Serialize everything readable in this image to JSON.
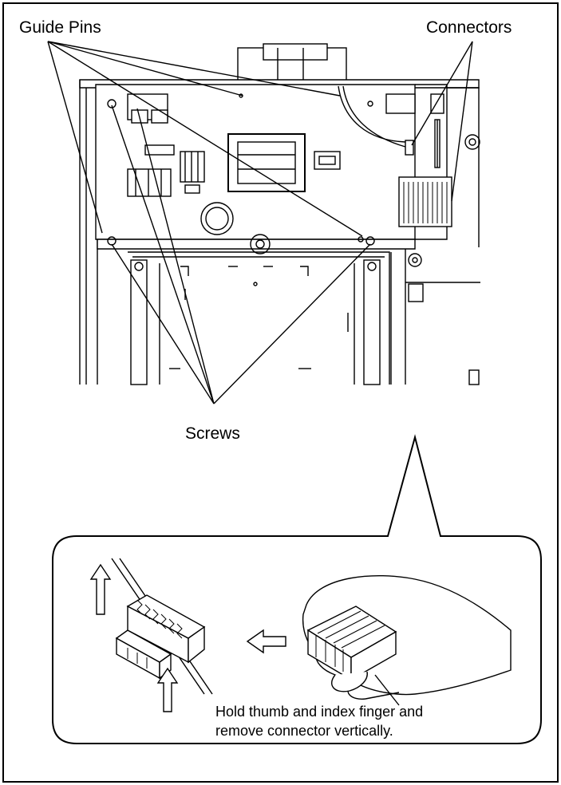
{
  "labels": {
    "guide_pins": "Guide Pins",
    "connectors": "Connectors",
    "screws": "Screws"
  },
  "caption": {
    "line1": "Hold thumb and index finger and",
    "line2": "remove connector vertically."
  },
  "colors": {
    "line": "#000000",
    "background": "#ffffff",
    "panel_fill": "#ffffff",
    "dark_part": "#222222"
  }
}
